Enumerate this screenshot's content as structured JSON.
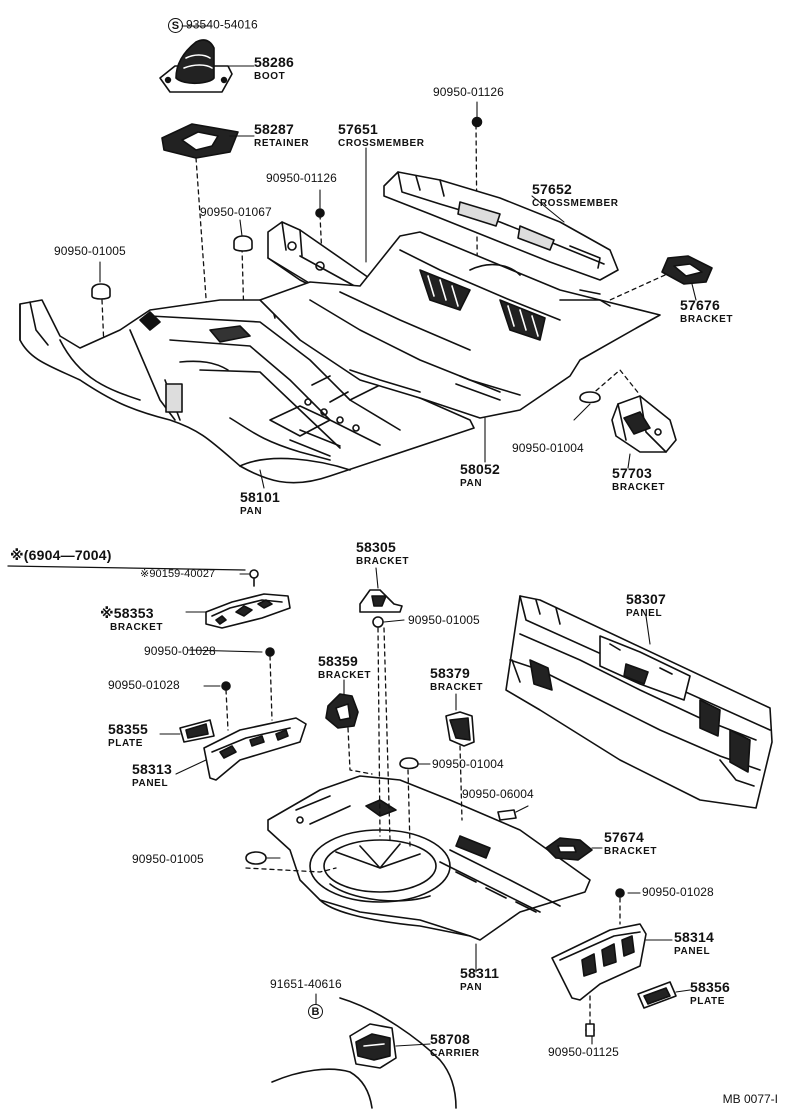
{
  "diagram": {
    "reference_code": "MB 0077-I",
    "section_note": "※(6904—7004)",
    "parts": [
      {
        "id": "p93540",
        "number": "93540-54016",
        "symbol": "S"
      },
      {
        "id": "p58286",
        "number": "58286",
        "name": "BOOT"
      },
      {
        "id": "p58287",
        "number": "58287",
        "name": "RETAINER"
      },
      {
        "id": "p57651",
        "number": "57651",
        "name": "CROSSMEMBER"
      },
      {
        "id": "p90950_01126a",
        "number": "90950-01126"
      },
      {
        "id": "p90950_01126b",
        "number": "90950-01126"
      },
      {
        "id": "p90950_01067",
        "number": "90950-01067"
      },
      {
        "id": "p57652",
        "number": "57652",
        "name": "CROSSMEMBER"
      },
      {
        "id": "p90950_01005a",
        "number": "90950-01005"
      },
      {
        "id": "p57676",
        "number": "57676",
        "name": "BRACKET"
      },
      {
        "id": "p90950_01004a",
        "number": "90950-01004"
      },
      {
        "id": "p58052",
        "number": "58052",
        "name": "PAN"
      },
      {
        "id": "p57703",
        "number": "57703",
        "name": "BRACKET"
      },
      {
        "id": "p58101",
        "number": "58101",
        "name": "PAN"
      },
      {
        "id": "p90159",
        "number": "※90159-40027"
      },
      {
        "id": "p58305",
        "number": "58305",
        "name": "BRACKET"
      },
      {
        "id": "p58307",
        "number": "58307",
        "name": "PANEL"
      },
      {
        "id": "p58353",
        "number": "※58353",
        "name": "BRACKET"
      },
      {
        "id": "p90950_01005b",
        "number": "90950-01005"
      },
      {
        "id": "p90950_01028a",
        "number": "90950-01028"
      },
      {
        "id": "p58359",
        "number": "58359",
        "name": "BRACKET"
      },
      {
        "id": "p58379",
        "number": "58379",
        "name": "BRACKET"
      },
      {
        "id": "p90950_01028b",
        "number": "90950-01028"
      },
      {
        "id": "p58355",
        "number": "58355",
        "name": "PLATE"
      },
      {
        "id": "p58313",
        "number": "58313",
        "name": "PANEL"
      },
      {
        "id": "p90950_01004b",
        "number": "90950-01004"
      },
      {
        "id": "p90950_06004",
        "number": "90950-06004"
      },
      {
        "id": "p57674",
        "number": "57674",
        "name": "BRACKET"
      },
      {
        "id": "p90950_01005c",
        "number": "90950-01005"
      },
      {
        "id": "p90950_01028c",
        "number": "90950-01028"
      },
      {
        "id": "p58314",
        "number": "58314",
        "name": "PANEL"
      },
      {
        "id": "p58311",
        "number": "58311",
        "name": "PAN"
      },
      {
        "id": "p58356",
        "number": "58356",
        "name": "PLATE"
      },
      {
        "id": "p91651",
        "number": "91651-40616",
        "symbol": "B"
      },
      {
        "id": "p58708",
        "number": "58708",
        "name": "CARRIER"
      },
      {
        "id": "p90950_01125",
        "number": "90950-01125"
      }
    ]
  }
}
